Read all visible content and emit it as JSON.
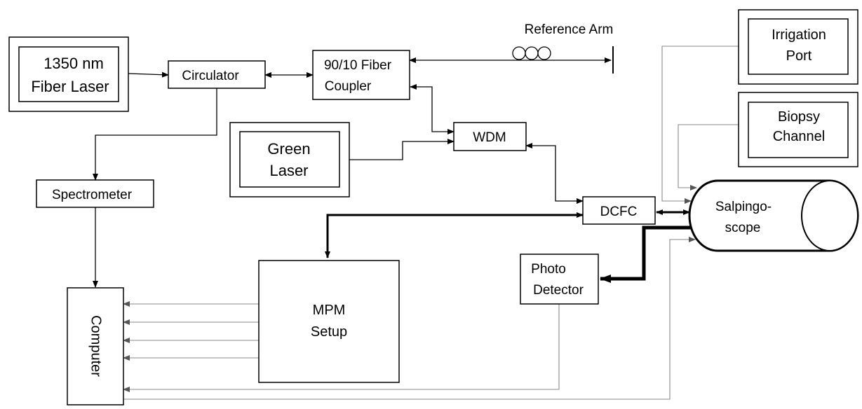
{
  "diagram": {
    "components": {
      "fiber_laser": {
        "line1": "1350 nm",
        "line2": "Fiber Laser"
      },
      "circulator": "Circulator",
      "fiber_coupler": {
        "line1": "90/10 Fiber",
        "line2": "Coupler"
      },
      "reference_arm": "Reference Arm",
      "green_laser": {
        "line1": "Green",
        "line2": "Laser"
      },
      "wdm": "WDM",
      "spectrometer": "Spectrometer",
      "dcfc": "DCFC",
      "salpingoscope": {
        "line1": "Salpingo-",
        "line2": "scope"
      },
      "irrigation_port": {
        "line1": "Irrigation",
        "line2": "Port"
      },
      "biopsy_channel": {
        "line1": "Biopsy",
        "line2": "Channel"
      },
      "photo_detector": {
        "line1": "Photo",
        "line2": "Detector"
      },
      "mpm_setup": {
        "line1": "MPM",
        "line2": "Setup"
      },
      "computer": "Computer"
    }
  }
}
